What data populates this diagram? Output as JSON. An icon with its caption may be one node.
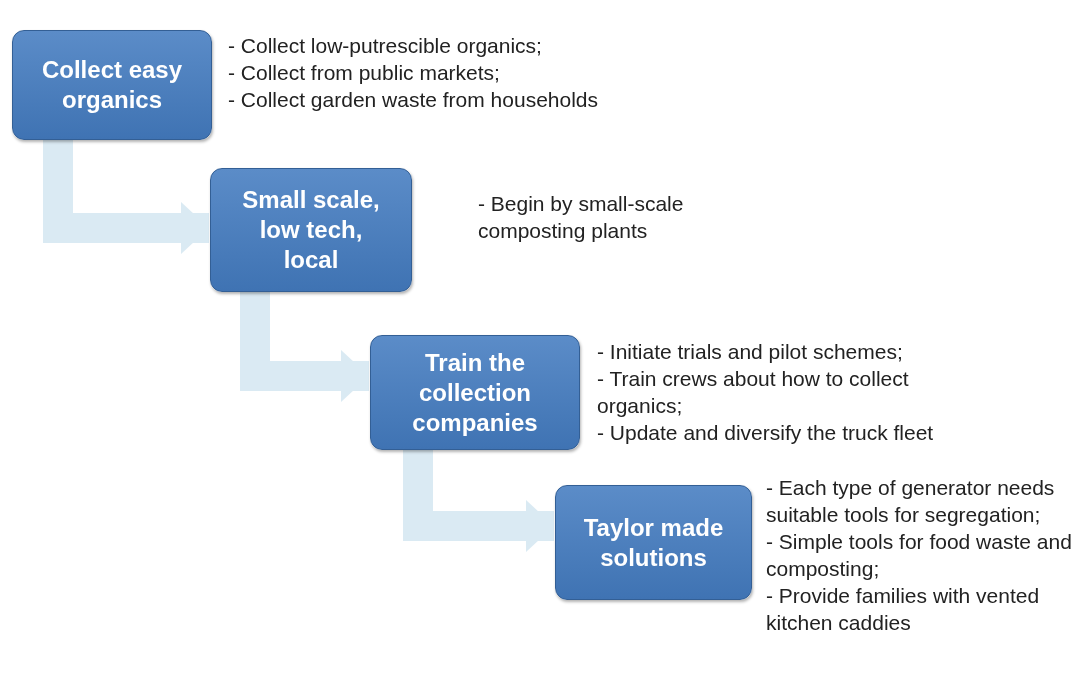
{
  "diagram": {
    "nodes": [
      {
        "text": [
          "Collect easy organics"
        ],
        "beside": [
          "- Collect low-putrescible organics;",
          "- Collect from public markets;",
          "- Collect garden waste from households"
        ]
      },
      {
        "text": [
          "Small scale, low tech, local"
        ],
        "beside": [
          "- Begin by small-scale composting plants"
        ]
      },
      {
        "text": [
          "Train the collection companies"
        ],
        "beside": [
          "- Initiate trials and pilot schemes;",
          "- Train crews about how to collect organics;",
          "- Update and diversify the truck fleet"
        ]
      },
      {
        "text": [
          "Taylor made solutions"
        ],
        "beside": [
          "- Each type of generator needs suitable tools for segregation;",
          "- Simple tools for food waste and composting;",
          "- Provide families with vented kitchen caddies"
        ]
      }
    ],
    "edges": [
      {
        "from": 0,
        "to": 1,
        "arrow": "to"
      },
      {
        "from": 1,
        "to": 2,
        "arrow": "to"
      },
      {
        "from": 2,
        "to": 3,
        "arrow": "to"
      }
    ]
  }
}
